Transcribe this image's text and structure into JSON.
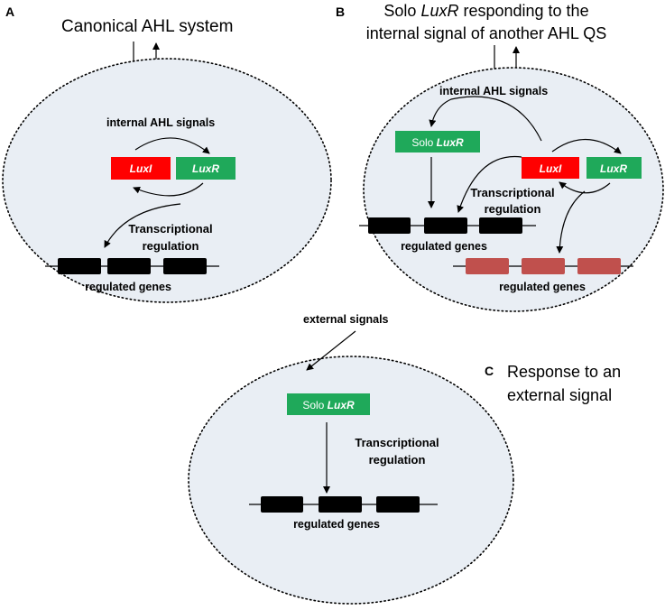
{
  "panels": {
    "a": {
      "letter": "A",
      "title": "Canonical AHL system",
      "signals": "internal AHL signals",
      "luxi": "LuxI",
      "luxr": "LuxR",
      "regulation_line1": "Transcriptional",
      "regulation_line2": "regulation",
      "genes": "regulated genes"
    },
    "b": {
      "letter": "B",
      "title_line1_pre": "Solo ",
      "title_line1_italic": "LuxR",
      "title_line1_post": " responding to the",
      "title_line2": "internal signal of another AHL QS",
      "signals": "internal AHL signals",
      "solo_pre": "Solo ",
      "solo_italic": "LuxR",
      "luxi": "LuxI",
      "luxr": "LuxR",
      "regulation_line1": "Transcriptional",
      "regulation_line2": "regulation",
      "genes_black": "regulated genes",
      "genes_red": "regulated genes"
    },
    "c": {
      "letter": "C",
      "title_line1": "Response to an",
      "title_line2": "external signal",
      "signals": "external signals",
      "solo_pre": "Solo ",
      "solo_italic": "LuxR",
      "regulation_line1": "Transcriptional",
      "regulation_line2": "regulation",
      "genes": "regulated genes"
    }
  },
  "colors": {
    "luxi_red": "#ff0000",
    "luxr_green": "#1fa95a",
    "gene_black": "#000000",
    "gene_red": "#c0504d",
    "cell_fill": "#e9eef4"
  }
}
